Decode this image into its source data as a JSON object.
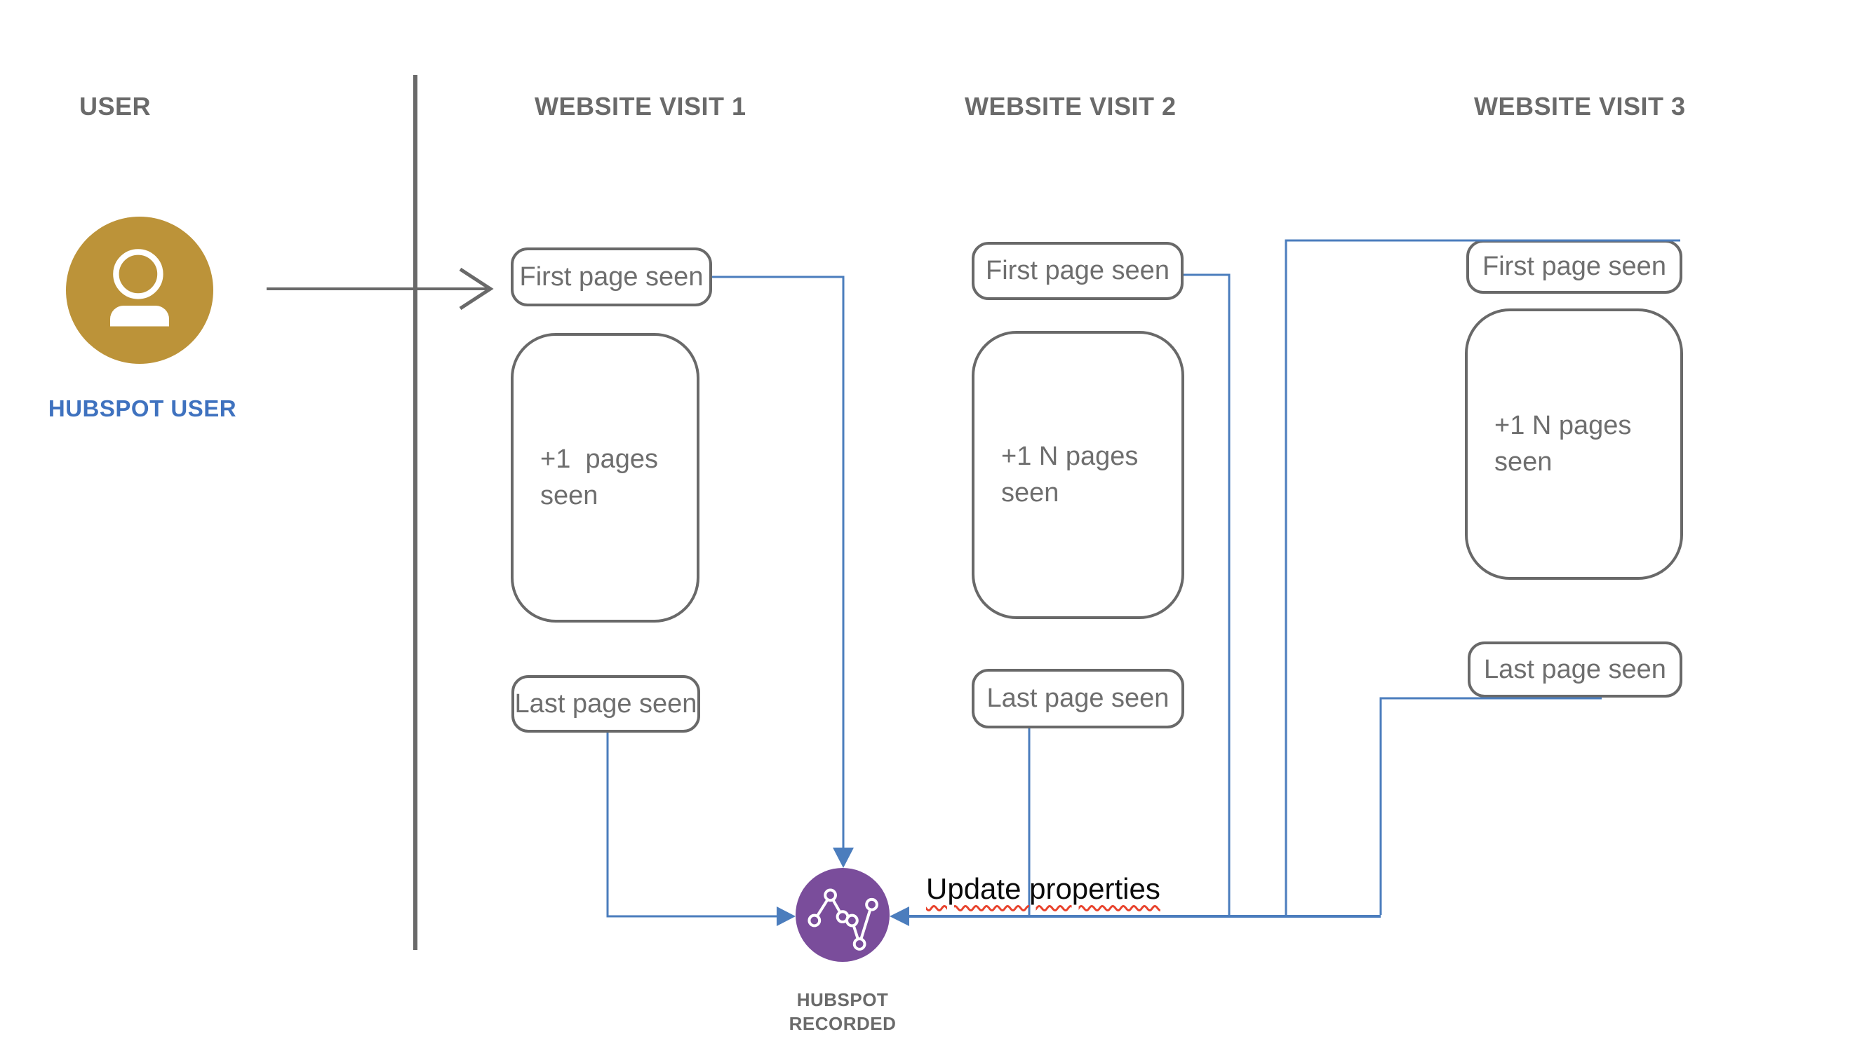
{
  "headers": {
    "user": "USER",
    "visit1": "WEBSITE VISIT 1",
    "visit2": "WEBSITE VISIT 2",
    "visit3": "WEBSITE VISIT 3"
  },
  "actor": {
    "label": "HUBSPOT USER",
    "icon": "person-icon",
    "color": "#BC9339"
  },
  "columns": [
    {
      "first": "First page seen",
      "middle": "+1  pages\nseen",
      "last": "Last page seen"
    },
    {
      "first": "First page seen",
      "middle": "+1 N pages\nseen",
      "last": "Last page seen"
    },
    {
      "first": "First page seen",
      "middle": "+1 N pages\nseen",
      "last": "Last page seen"
    }
  ],
  "sink": {
    "label": "HUBSPOT\nRECORDED",
    "icon": "line-chart-icon",
    "color": "#7A4D9B"
  },
  "annotation": {
    "update_properties": "Update properties"
  },
  "colors": {
    "connector_blue": "#4B7DBD",
    "shape_gray": "#696969",
    "text_gray": "#6E6E6E",
    "actor_gold": "#BC9339",
    "sink_purple": "#7A4D9B",
    "actor_label_blue": "#3F72BF",
    "spellcheck_red": "#E8432D"
  }
}
